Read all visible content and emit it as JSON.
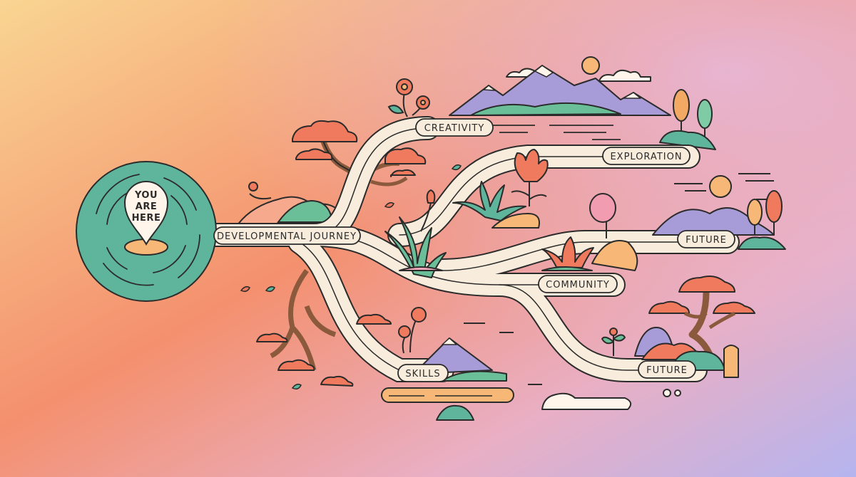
{
  "pin": {
    "line1": "YOU",
    "line2": "ARE",
    "line3": "HERE"
  },
  "labels": {
    "start": "DEVELOPMENTAL JOURNEY",
    "creativity": "CREATIVITY",
    "exploration": "EXPLORATION",
    "future_upper": "FUTURE",
    "community": "COMMUNITY",
    "future_lower": "FUTURE",
    "skills": "SKILLS"
  },
  "colors": {
    "bg_gradient": [
      "#f9cf8f",
      "#f6876a",
      "#e8b3cc",
      "#b7b2ee"
    ],
    "teal": "#5fb59b",
    "path": "#f8ecdc",
    "outline": "#2b2b2b",
    "coral": "#f07a5e",
    "mountain": "#a79bd8"
  }
}
